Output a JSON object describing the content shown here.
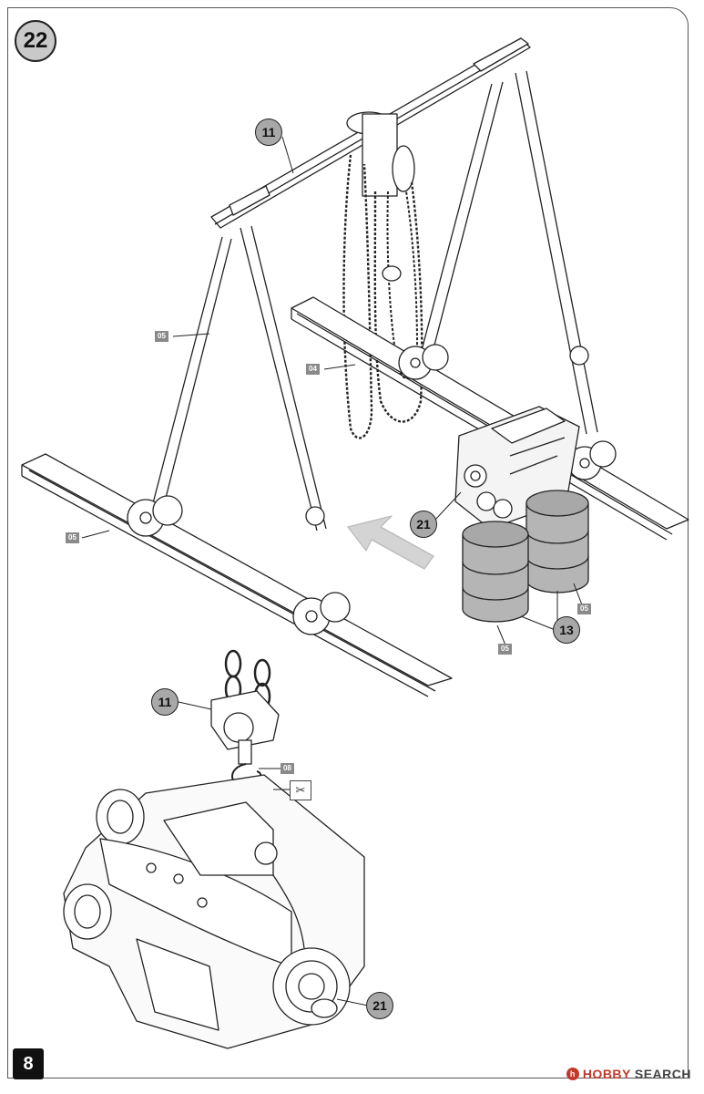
{
  "page": {
    "step_number": "22",
    "page_number": "8"
  },
  "callouts": {
    "gantry_top": "11",
    "engine_drums": "21",
    "drums": "13",
    "hook_detail": "11",
    "engine_detail": "21"
  },
  "part_labels": {
    "leg_left": "05",
    "chain": "04",
    "rail_left": "05",
    "drum_right": "05",
    "drum_bottom": "05",
    "hook_part": "08"
  },
  "tool_icon": "cut-wire-icon",
  "watermark": {
    "brand_a": "HOBBY",
    "brand_b": "SEARCH"
  },
  "colors": {
    "callout_fill": "#a8a8a8",
    "label_fill": "#8a8a8a",
    "arrow_fill": "#d4d4d4",
    "drum_fill": "#b5b5b5",
    "watermark_red": "#c0392b"
  }
}
